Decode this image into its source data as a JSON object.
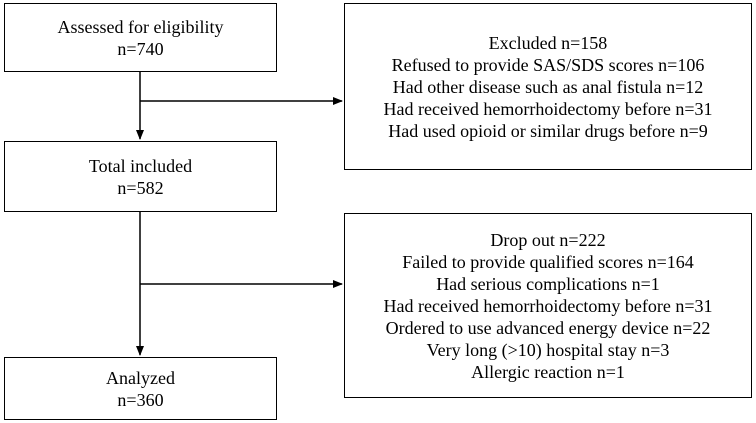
{
  "boxes": {
    "assessed": {
      "title": "Assessed for eligibility",
      "count": "n=740"
    },
    "excluded": {
      "title": "Excluded n=158",
      "reasons": [
        "Refused to provide SAS/SDS scores n=106",
        "Had other disease such as anal fistula n=12",
        "Had received hemorrhoidectomy before n=31",
        "Had used opioid or similar drugs before n=9"
      ]
    },
    "included": {
      "title": "Total included",
      "count": "n=582"
    },
    "dropout": {
      "title": "Drop out n=222",
      "reasons": [
        "Failed to provide qualified scores n=164",
        "Had serious complications n=1",
        "Had received hemorrhoidectomy before n=31",
        "Ordered to use advanced energy device n=22",
        "Very long (>10) hospital stay n=3",
        "Allergic reaction n=1"
      ]
    },
    "analyzed": {
      "title": "Analyzed",
      "count": "n=360"
    }
  }
}
